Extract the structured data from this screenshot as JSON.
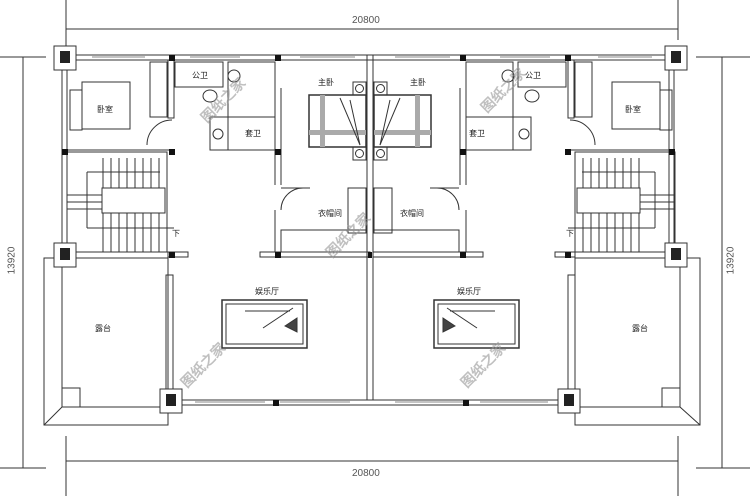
{
  "dimensions": {
    "top_width": "20800",
    "bottom_width": "20800",
    "left_height": "13920",
    "right_height": "13920"
  },
  "rooms": {
    "bedroom_left": "卧室",
    "bedroom_right": "卧室",
    "public_bath_left": "公卫",
    "public_bath_right": "公卫",
    "ensuite_left": "套卫",
    "ensuite_right": "套卫",
    "master_left": "主卧",
    "master_right": "主卧",
    "closet_left": "衣帽间",
    "closet_right": "衣帽间",
    "stair_down_left": "下",
    "stair_down_right": "下",
    "terrace_left": "露台",
    "terrace_right": "露台",
    "entertainment_left": "娱乐厅",
    "entertainment_right": "娱乐厅"
  },
  "watermarks": [
    "图纸之家",
    "图纸之家",
    "图纸之家",
    "图纸之家",
    "图纸之家",
    "图纸之家"
  ],
  "colors": {
    "line": "#333333",
    "column": "#111111",
    "hatch": "#999999",
    "dim_text": "#555555"
  }
}
